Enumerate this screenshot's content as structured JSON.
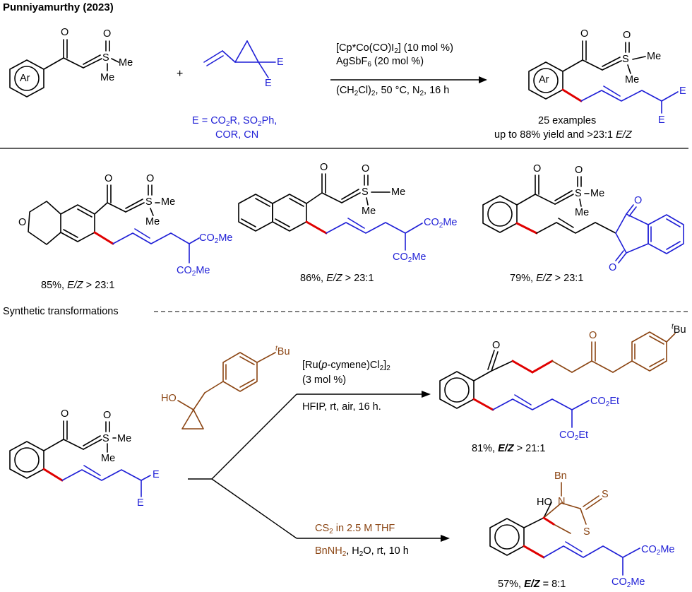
{
  "header": {
    "title": "Punniyamurthy (2023)"
  },
  "atoms": {
    "O": "O",
    "S": "S",
    "Me": "Me",
    "E": "E",
    "Ar": "Ar",
    "HO": "HO",
    "N": "N",
    "Bn": "Bn",
    "Et": "Et",
    "Bu": "Bu",
    "t": "t"
  },
  "reaction1": {
    "plus": "+",
    "cond_line1": "[Cp*Co(CO)I",
    "cond_line1_sub": "2",
    "cond_line1_end": "] (10 mol %)",
    "cond_line2": "AgSbF",
    "cond_line2_sub": "6",
    "cond_line2_end": " (20 mol %)",
    "cond_line3a": "(CH",
    "cond_line3_sub1": "2",
    "cond_line3b": "Cl)",
    "cond_line3_sub2": "2",
    "cond_line3c": ", 50 °C, N",
    "cond_line3_sub3": "2",
    "cond_line3d": ", 16 h",
    "e_def_a": "E = CO",
    "e_def_sub1": "2",
    "e_def_b": "R, SO",
    "e_def_sub2": "2",
    "e_def_c": "Ph,",
    "e_def_line2": "COR, CN",
    "examples": "25 examples",
    "yield_a": "up to 88% yield and >23:1 ",
    "yield_ez": "E/Z"
  },
  "examples": [
    {
      "yield": "85%, ",
      "ez": "E/Z",
      "ratio": " > 23:1"
    },
    {
      "yield": "86%, ",
      "ez": "E/Z",
      "ratio": " > 23:1"
    },
    {
      "yield": "79%, ",
      "ez": "E/Z",
      "ratio": " > 23:1"
    }
  ],
  "ester": {
    "a": "CO",
    "sub": "2",
    "me": "Me",
    "et": "Et"
  },
  "section": {
    "label": "Synthetic transformations"
  },
  "transform1": {
    "cond_a": "[Ru(",
    "cond_p": "p",
    "cond_b": "-cymene)Cl",
    "cond_sub1": "2",
    "cond_c": "]",
    "cond_sub2": "2",
    "cond_line2": "(3 mol %)",
    "cond_line3": "HFIP, rt, air, 16 h.",
    "yield": "81%, ",
    "ez": "E/Z",
    "ratio": " > 21:1"
  },
  "transform2": {
    "cs_a": "CS",
    "cs_sub": "2",
    "cs_b": " in  2.5 M THF",
    "bn_a": "BnNH",
    "bn_sub1": "2",
    "bn_b": ", H",
    "bn_sub2": "2",
    "bn_c": "O, rt, 10 h",
    "yield": "57%, ",
    "ez": "E/Z",
    "ratio": " = 8:1"
  },
  "colors": {
    "blue": "#1f1fd6",
    "brown": "#8b4513",
    "red": "#e00000",
    "black": "#000000"
  }
}
